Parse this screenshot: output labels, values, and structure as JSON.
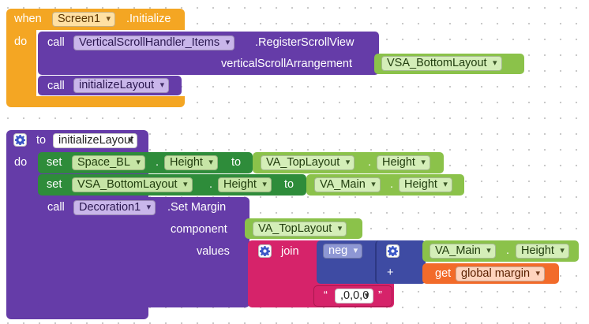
{
  "event_block": {
    "when": "when",
    "component": "Screen1",
    "event": ".Initialize",
    "do": "do"
  },
  "register_call": {
    "call": "call",
    "component": "VerticalScrollHandler_Items",
    "method": ".RegisterScrollView",
    "param_label": "verticalScrollArrangement",
    "param_value": "VSA_BottomLayout"
  },
  "call_init": {
    "call": "call",
    "procedure": "initializeLayout"
  },
  "procedure_block": {
    "to": "to",
    "name": "initializeLayout",
    "do": "do"
  },
  "set1": {
    "set": "set",
    "component": "Space_BL",
    "dot": ".",
    "property": "Height",
    "to": "to",
    "value_component": "VA_TopLayout",
    "value_property": "Height"
  },
  "set2": {
    "set": "set",
    "component": "VSA_BottomLayout",
    "dot": ".",
    "property": "Height",
    "to": "to",
    "value_component": "VA_Main",
    "value_property": "Height"
  },
  "margin_call": {
    "call": "call",
    "component": "Decoration1",
    "method": ".Set Margin",
    "component_label": "component",
    "component_value": "VA_TopLayout",
    "values_label": "values",
    "join": "join",
    "neg": "neg",
    "add_component": "VA_Main",
    "add_property": "Height",
    "plus": "+",
    "get": "get",
    "global": "global margin",
    "text_open": "“",
    "text_value": ",0,0,0",
    "text_close": "”"
  },
  "colors": {
    "event": "#f4a623",
    "procedure": "#653ca8",
    "setter": "#2e8c3a",
    "getter": "#8bc24a",
    "text": "#d6236a",
    "math": "#3e4ba3",
    "variable": "#f26b2a"
  }
}
